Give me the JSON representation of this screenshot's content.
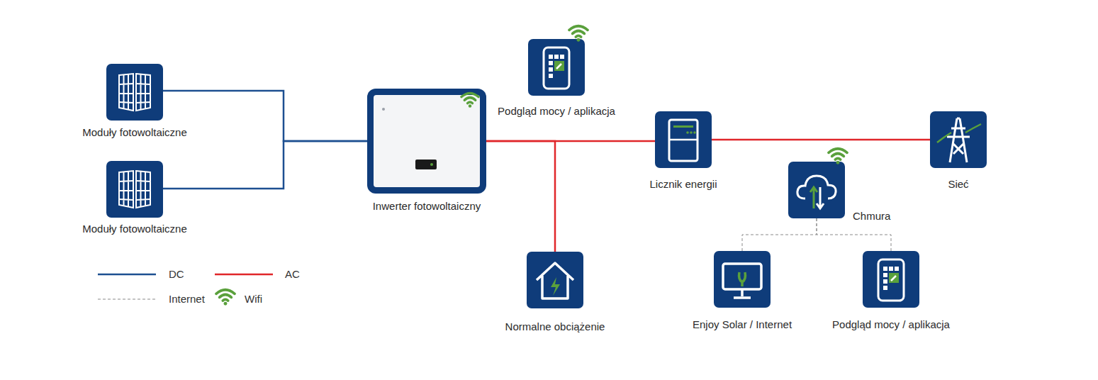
{
  "diagram": {
    "nodes": [
      {
        "text": [
          "Moduły fotowoltaiczne"
        ]
      },
      {
        "text": [
          "Moduły fotowoltaiczne"
        ]
      },
      {
        "text": [
          "Inwerter fotowoltaiczny"
        ]
      },
      {
        "text": [
          "Podgląd mocy / aplikacja"
        ]
      },
      {
        "text": [
          "Licznik energii"
        ]
      },
      {
        "text": [
          "Sieć"
        ]
      },
      {
        "text": [
          "Chmura"
        ]
      },
      {
        "text": [
          "Normalne obciążenie"
        ]
      },
      {
        "text": [
          "Enjoy Solar / Internet"
        ]
      },
      {
        "text": [
          "Podgląd mocy / aplikacja"
        ]
      }
    ],
    "edges": [
      {
        "from": 0,
        "to": 2,
        "arrow": "none"
      },
      {
        "from": 1,
        "to": 2,
        "arrow": "none"
      },
      {
        "from": 2,
        "to": 7,
        "arrow": "none"
      },
      {
        "from": 2,
        "to": 4,
        "arrow": "none"
      },
      {
        "from": 4,
        "to": 5,
        "arrow": "none"
      },
      {
        "from": 6,
        "to": 8,
        "arrow": "none"
      },
      {
        "from": 6,
        "to": 9,
        "arrow": "none"
      }
    ],
    "legend": [
      {
        "text": "DC"
      },
      {
        "text": "AC"
      },
      {
        "text": "Internet"
      },
      {
        "text": "Wifi"
      }
    ]
  }
}
